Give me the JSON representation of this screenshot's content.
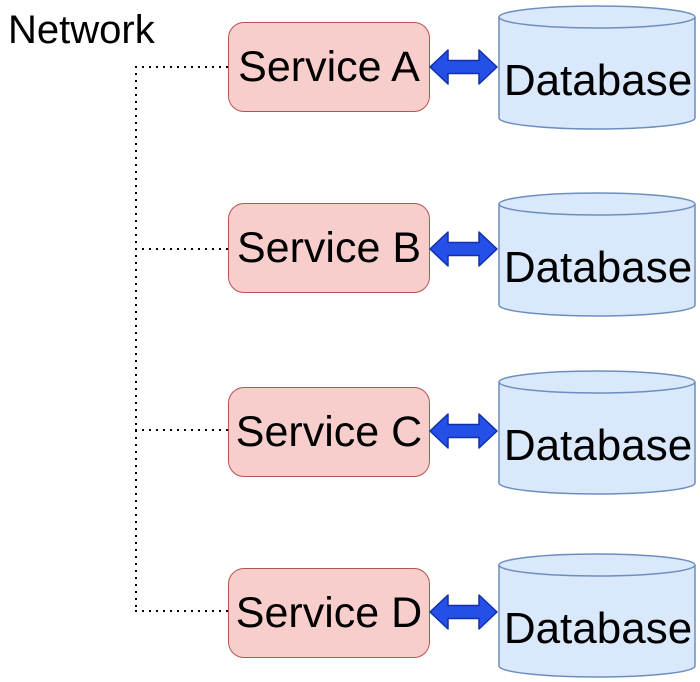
{
  "network_label": "Network",
  "rows": [
    {
      "service": "Service A",
      "database": "Database"
    },
    {
      "service": "Service B",
      "database": "Database"
    },
    {
      "service": "Service C",
      "database": "Database"
    },
    {
      "service": "Service D",
      "database": "Database"
    }
  ],
  "colors": {
    "service_fill": "#f8cecc",
    "service_border": "#b85450",
    "database_fill": "#dae8fc",
    "database_border": "#6c8ebf",
    "arrow_fill": "#2450e8",
    "arrow_stroke": "#1230a8",
    "connector": "#000000",
    "text": "#000000"
  }
}
